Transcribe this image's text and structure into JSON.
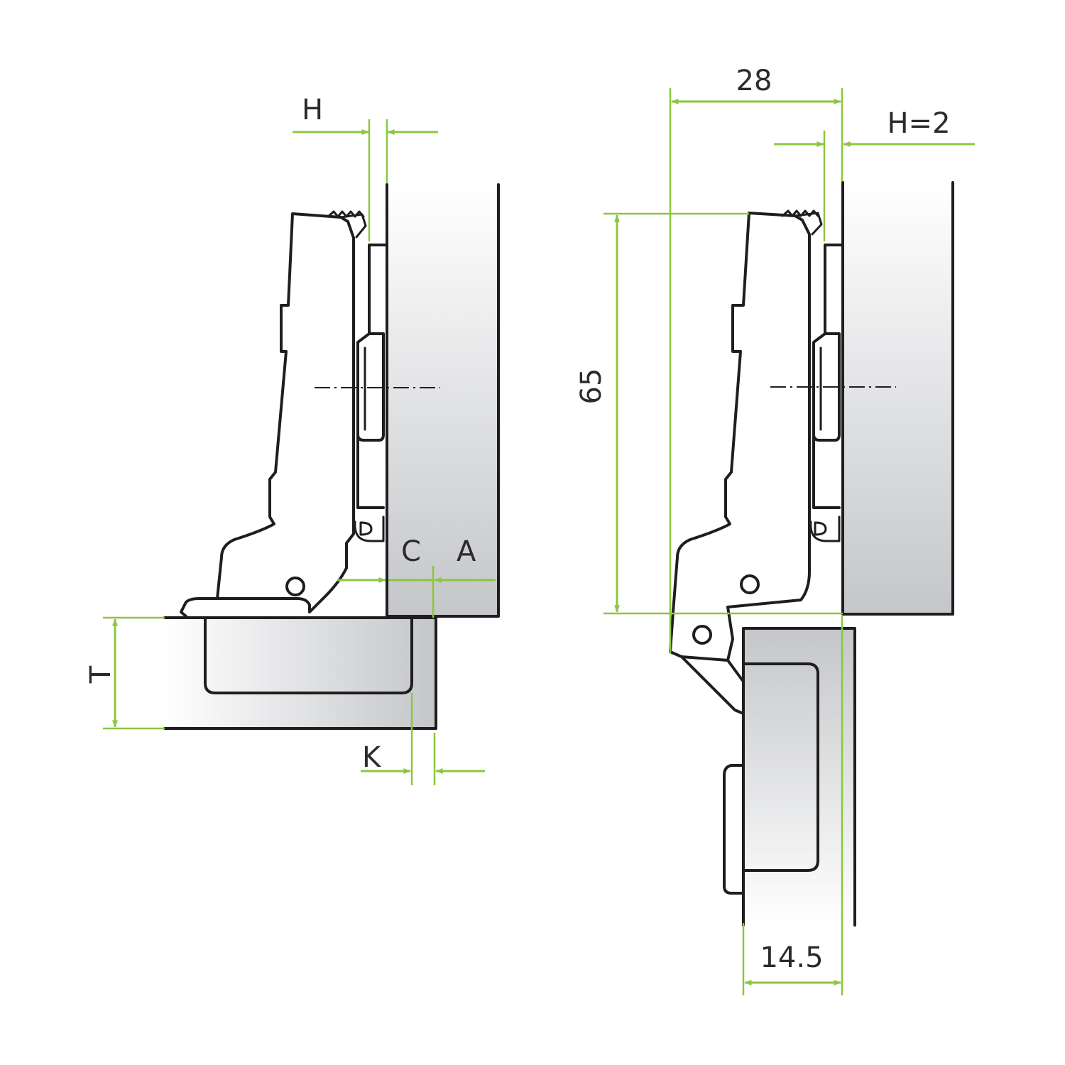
{
  "colors": {
    "dimension": "#8cc63f",
    "outline": "#1e1e1e",
    "panel_light": "#ffffff",
    "panel_dark": "#c4c6c9"
  },
  "left_view": {
    "labels": {
      "H": "H",
      "C": "C",
      "A": "A",
      "T": "T",
      "K": "K"
    }
  },
  "right_view": {
    "labels": {
      "width": "28",
      "H": "H=2",
      "height": "65",
      "door": "14.5"
    }
  }
}
